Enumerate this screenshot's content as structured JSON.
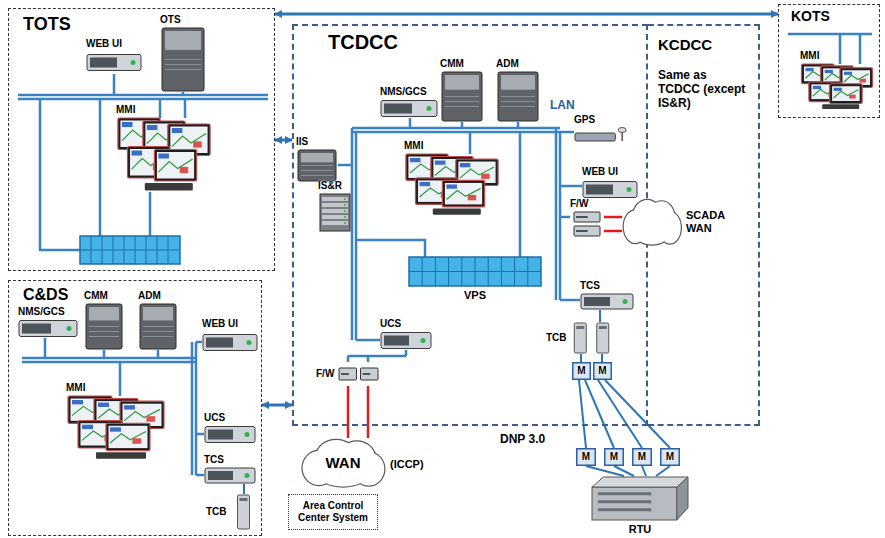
{
  "diagram": {
    "nodes": [
      {
        "text": [
          "TOTS"
        ]
      },
      {
        "text": [
          "WEB UI"
        ],
        "in": 0
      },
      {
        "text": [
          "OTS"
        ],
        "in": 0
      },
      {
        "text": [
          "MMI"
        ],
        "in": 0
      },
      {
        "text": [
          "C&DS"
        ]
      },
      {
        "text": [
          "NMS/GCS"
        ],
        "in": 4
      },
      {
        "text": [
          "CMM"
        ],
        "in": 4
      },
      {
        "text": [
          "ADM"
        ],
        "in": 4
      },
      {
        "text": [
          "WEB UI"
        ],
        "in": 4
      },
      {
        "text": [
          "MMI"
        ],
        "in": 4
      },
      {
        "text": [
          "UCS"
        ],
        "in": 4
      },
      {
        "text": [
          "TCS"
        ],
        "in": 4
      },
      {
        "text": [
          "TCB"
        ],
        "in": 4
      },
      {
        "text": [
          "TCDCC"
        ]
      },
      {
        "text": [
          "NMS/GCS"
        ],
        "in": 13
      },
      {
        "text": [
          "CMM"
        ],
        "in": 13
      },
      {
        "text": [
          "ADM"
        ],
        "in": 13
      },
      {
        "text": [
          "GPS"
        ],
        "in": 13
      },
      {
        "text": [
          "IIS"
        ],
        "in": 13
      },
      {
        "text": [
          "IS&R"
        ],
        "in": 13
      },
      {
        "text": [
          "MMI"
        ],
        "in": 13
      },
      {
        "text": [
          "WEB UI"
        ],
        "in": 13
      },
      {
        "text": [
          "F/W"
        ],
        "in": 13
      },
      {
        "text": [
          "VPS"
        ],
        "in": 13
      },
      {
        "text": [
          "UCS"
        ],
        "in": 13
      },
      {
        "text": [
          "TCS"
        ],
        "in": 13
      },
      {
        "text": [
          "F/W"
        ],
        "in": 13
      },
      {
        "text": [
          "TCB"
        ],
        "in": 13
      },
      {
        "text": [
          "M"
        ],
        "in": 13
      },
      {
        "text": [
          "M"
        ],
        "in": 13
      },
      {
        "text": [
          "KCDCC",
          "Same as TCDCC (except IS&R)"
        ]
      },
      {
        "text": [
          "KOTS"
        ]
      },
      {
        "text": [
          "MMI"
        ],
        "in": 31
      },
      {
        "text": [
          "SCADA WAN"
        ]
      },
      {
        "text": [
          "WAN"
        ]
      },
      {
        "text": [
          "Area Control Center System"
        ]
      },
      {
        "text": [
          "M"
        ]
      },
      {
        "text": [
          "M"
        ]
      },
      {
        "text": [
          "M"
        ]
      },
      {
        "text": [
          "M"
        ]
      },
      {
        "text": [
          "RTU"
        ]
      }
    ],
    "edges": [
      {
        "from": 0,
        "to": 31,
        "arrow": "both"
      },
      {
        "from": 0,
        "to": 13,
        "arrow": "both"
      },
      {
        "from": 4,
        "to": 13,
        "arrow": "both"
      },
      {
        "from": 22,
        "to": 33,
        "arrow": "none"
      },
      {
        "from": 22,
        "to": 33,
        "arrow": "none"
      },
      {
        "from": 26,
        "to": 34,
        "arrow": "none"
      },
      {
        "from": 26,
        "to": 34,
        "arrow": "none"
      },
      {
        "from": 27,
        "to": 28,
        "arrow": "none"
      },
      {
        "from": 27,
        "to": 29,
        "arrow": "none"
      },
      {
        "from": 28,
        "to": 36,
        "arrow": "none"
      },
      {
        "from": 28,
        "to": 37,
        "arrow": "none"
      },
      {
        "from": 29,
        "to": 38,
        "arrow": "none"
      },
      {
        "from": 29,
        "to": 39,
        "arrow": "none"
      },
      {
        "from": 36,
        "to": 40,
        "arrow": "none"
      },
      {
        "from": 37,
        "to": 40,
        "arrow": "none"
      },
      {
        "from": 38,
        "to": 40,
        "arrow": "none"
      },
      {
        "from": 39,
        "to": 40,
        "arrow": "none"
      },
      {
        "from": 25,
        "to": 27,
        "arrow": "none"
      },
      {
        "from": 11,
        "to": 12,
        "arrow": "none"
      }
    ],
    "labels": [
      "LAN",
      "(ICCP)",
      "DNP 3.0"
    ]
  }
}
